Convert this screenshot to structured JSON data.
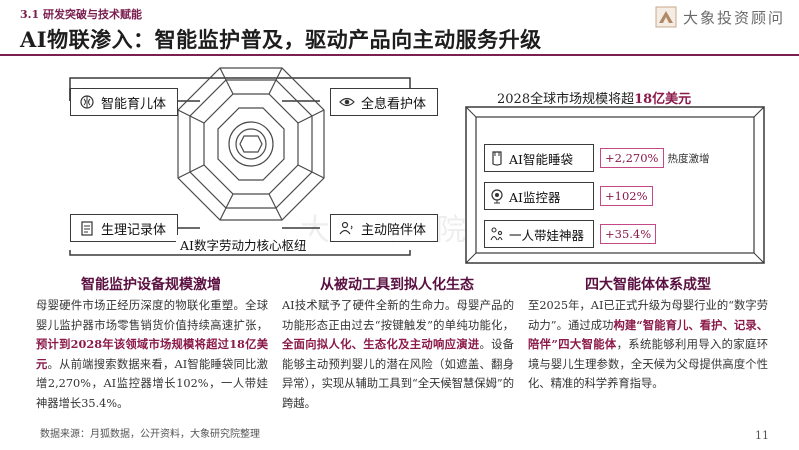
{
  "header": {
    "section": "3.1  研发突破与技术赋能",
    "title": "AI物联渗入：智能监护普及，驱动产品向主动服务升级",
    "logo_text": "大象投资顾问"
  },
  "diagram": {
    "features": [
      "智能育儿体",
      "全息看护体",
      "生理记录体",
      "主动陪伴体"
    ],
    "hub": "AI数字劳动力核心枢纽"
  },
  "stats": {
    "title_prefix": "2028全球市场规模将超",
    "title_highlight": "18亿美元",
    "rows": [
      {
        "name": "AI智能睡袋",
        "value": "+2,270%",
        "note": "热度激增"
      },
      {
        "name": "AI监控器",
        "value": "+102%",
        "note": ""
      },
      {
        "name": "一人带娃神器",
        "value": "+35.4%",
        "note": ""
      }
    ]
  },
  "columns": [
    {
      "heading": "智能监护设备规模激增",
      "p1": "母婴硬件市场正经历深度的物联化重塑。全球婴儿监护器市场零售销货价值持续高速扩张，",
      "p2": "预计到2028年该领域市场规模将超过18亿美元",
      "p3": "。从前端搜索数据来看，AI智能睡袋同比激增2,270%，AI监控器增长102%，一人带娃神器增长35.4%。"
    },
    {
      "heading": "从被动工具到拟人化生态",
      "p1": "AI技术赋予了硬件全新的生命力。母婴产品的功能形态正由过去“按键触发”的单纯功能化，",
      "p2": "全面向拟人化、生态化及主动响应演进",
      "p3": "。设备能够主动预判婴儿的潜在风险（如遮盖、翻身异常），实现从辅助工具到“全天候智慧保姆”的跨越。"
    },
    {
      "heading": "四大智能体体系成型",
      "p1": "至2025年，AI已正式升级为母婴行业的“数字劳动力”。通过成功",
      "p2": "构建“智能育儿、看护、记录、陪伴”四大智能体",
      "p3": "，系统能够利用导入的家庭环境与婴儿生理参数，全天候为父母提供高度个性化、精准的科学养育指导。"
    }
  ],
  "footer": {
    "source": "数据来源：月狐数据，公开资料，大象研究院整理",
    "page": "11"
  },
  "watermark": "大象研究院",
  "colors": {
    "accent": "#7a1f4f",
    "highlight": "#8b1a4a",
    "value_border": "#c44a85"
  }
}
